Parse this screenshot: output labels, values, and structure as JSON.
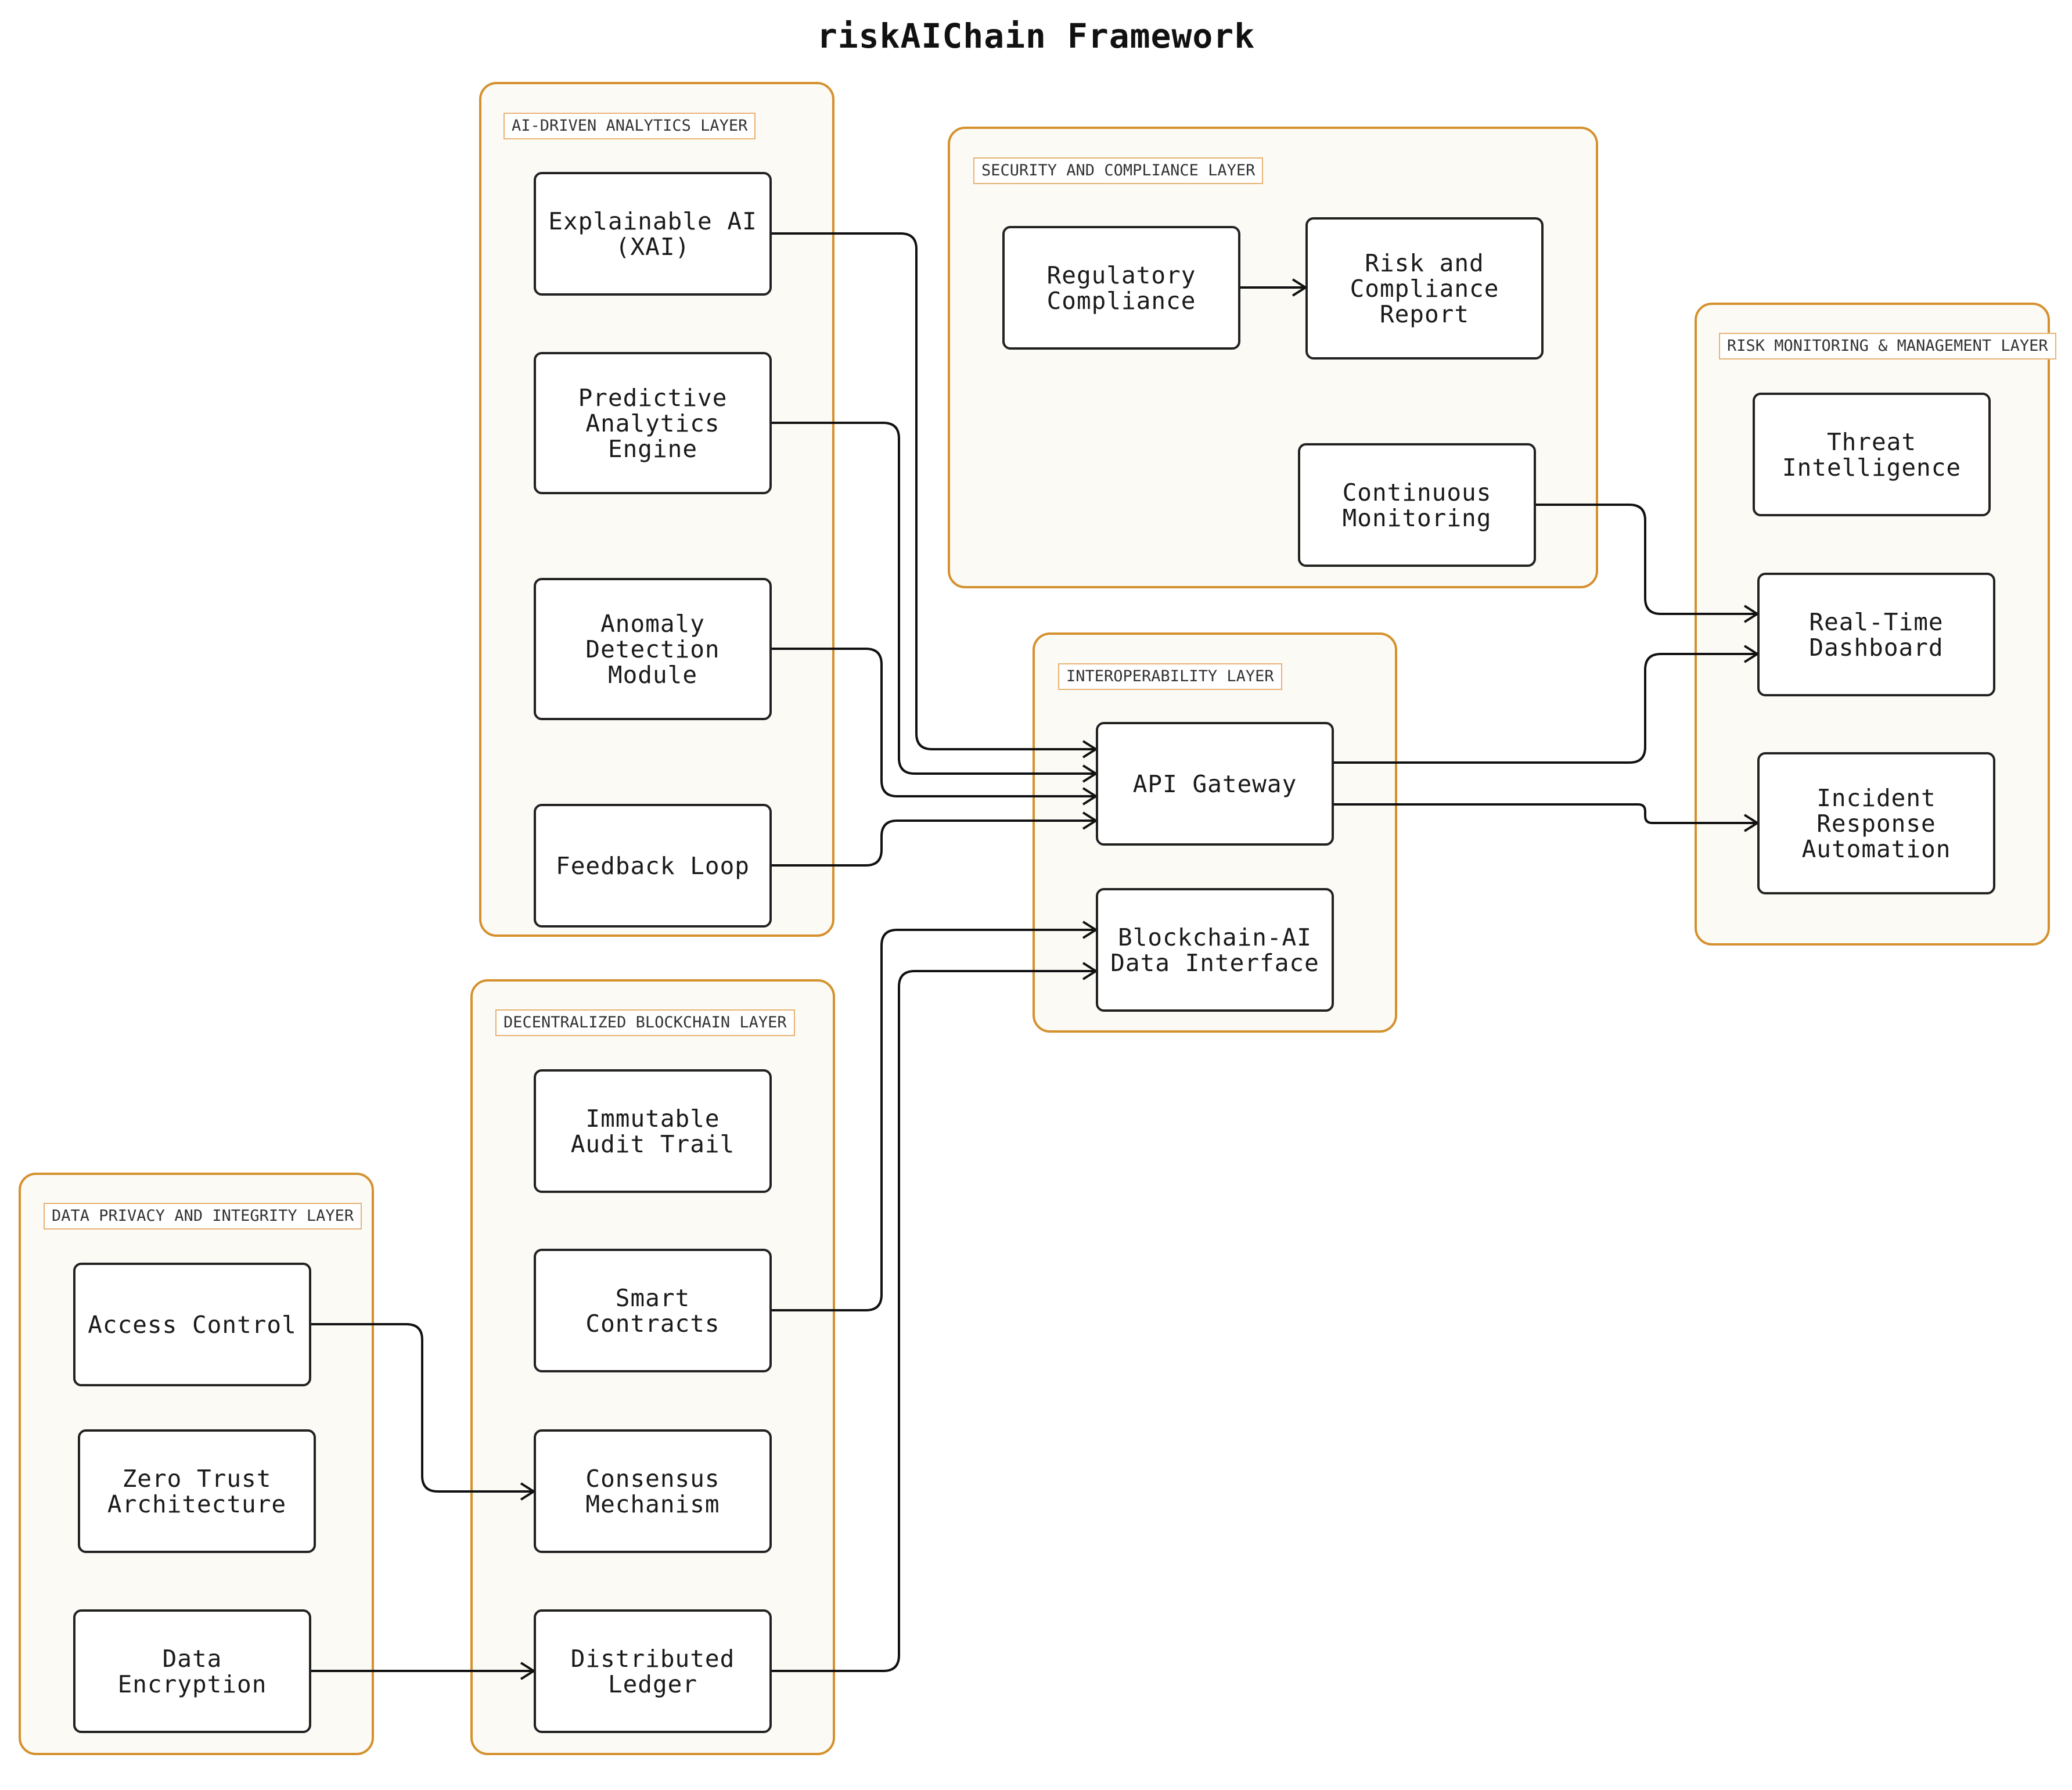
{
  "title": "riskAIChain Framework",
  "colors": {
    "layer_border": "#d4912e",
    "layer_fill": "#fcfaf5",
    "label_border": "#e8b273",
    "node_border": "#222222",
    "edge": "#111111"
  },
  "layers": {
    "ai": {
      "label": "AI-DRIVEN ANALYTICS LAYER",
      "nodes": {
        "xai": "Explainable AI\n(XAI)",
        "predictive": "Predictive\nAnalytics\nEngine",
        "anomaly": "Anomaly\nDetection\nModule",
        "feedback": "Feedback Loop"
      }
    },
    "security": {
      "label": "SECURITY AND COMPLIANCE LAYER",
      "nodes": {
        "regulatory": "Regulatory\nCompliance",
        "risk_report": "Risk and\nCompliance\nReport",
        "monitoring": "Continuous\nMonitoring"
      }
    },
    "risk": {
      "label": "RISK MONITORING & MANAGEMENT LAYER",
      "nodes": {
        "threat": "Threat\nIntelligence",
        "dashboard": "Real-Time\nDashboard",
        "incident": "Incident\nResponse\nAutomation"
      }
    },
    "interop": {
      "label": "INTEROPERABILITY LAYER",
      "nodes": {
        "api": "API Gateway",
        "bc_ai": "Blockchain-AI\nData Interface"
      }
    },
    "blockchain": {
      "label": "DECENTRALIZED BLOCKCHAIN LAYER",
      "nodes": {
        "audit": "Immutable\nAudit Trail",
        "smart": "Smart\nContracts",
        "consensus": "Consensus\nMechanism",
        "ledger": "Distributed\nLedger"
      }
    },
    "privacy": {
      "label": "DATA PRIVACY AND INTEGRITY LAYER",
      "nodes": {
        "access": "Access Control",
        "zero_trust": "Zero Trust\nArchitecture",
        "encryption": "Data\nEncryption"
      }
    }
  }
}
